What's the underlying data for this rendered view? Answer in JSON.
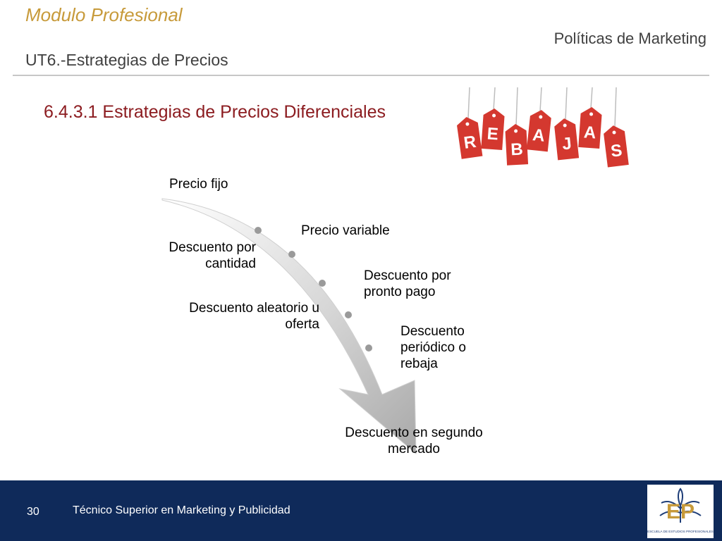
{
  "header": {
    "module": "Modulo Profesional",
    "section": "Políticas de Marketing",
    "unit": "UT6.-Estrategias de Precios"
  },
  "slide": {
    "heading": "6.4.3.1  Estrategias de Precios Diferenciales"
  },
  "sale_graphic": {
    "letters": [
      "R",
      "E",
      "B",
      "A",
      "J",
      "A",
      "S"
    ],
    "tag_color": "#d4382f"
  },
  "diagram": {
    "labels": [
      "Precio fijo",
      "Precio variable",
      "Descuento por\ncantidad",
      "Descuento por\npronto pago",
      "Descuento aleatorio u\noferta",
      "Descuento\nperiódico o\nrebaja",
      "Descuento en segundo\nmercado"
    ]
  },
  "footer": {
    "page": "30",
    "text": "Técnico Superior en Marketing y Publicidad",
    "logo_text": "EP",
    "logo_caption": "ESCUELA DE ESTUDIOS PROFESIONALES",
    "bg_color": "#0f2a5a"
  }
}
